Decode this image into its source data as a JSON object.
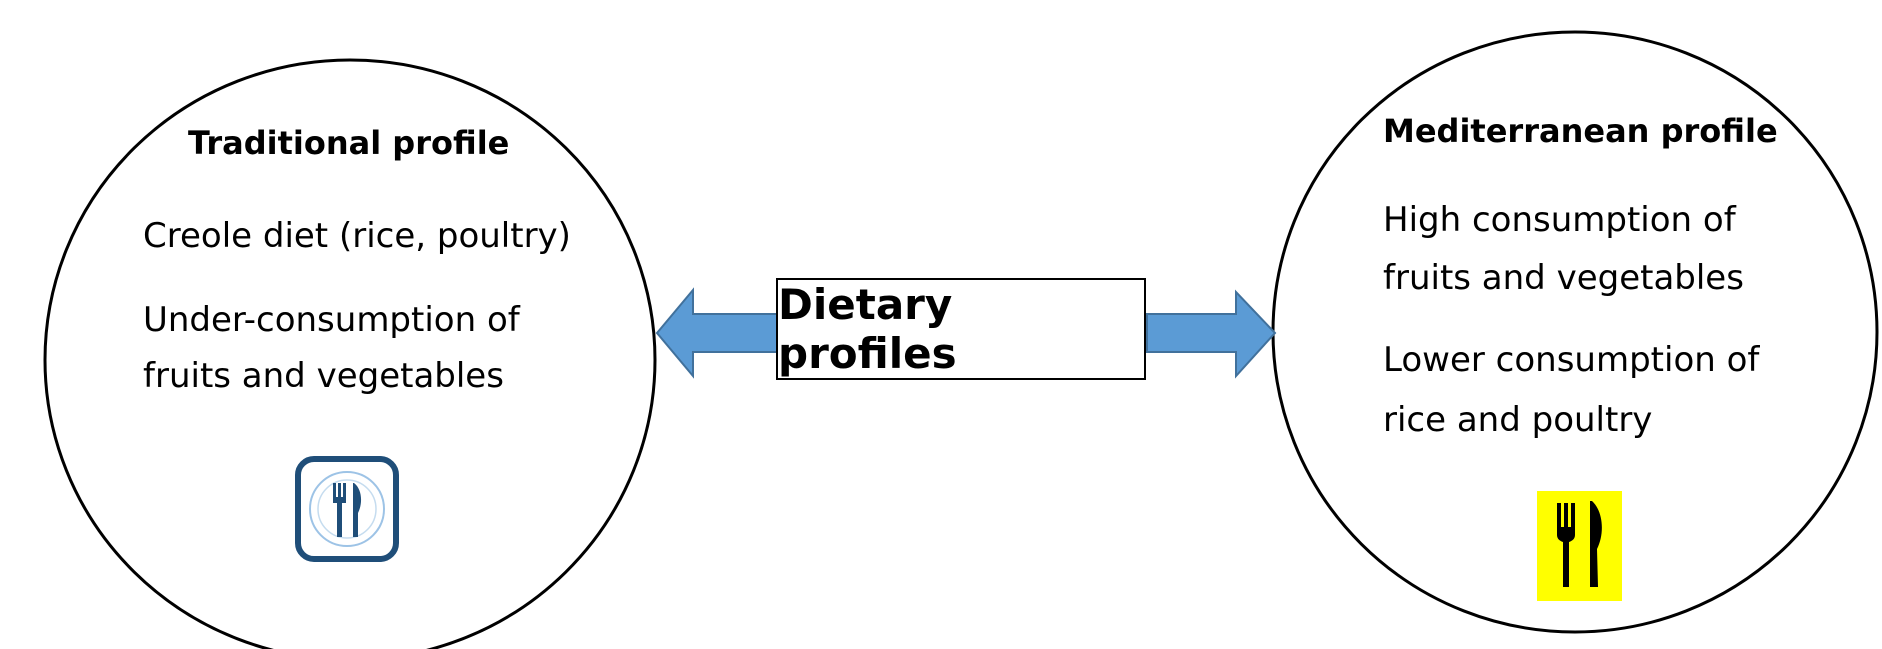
{
  "center": {
    "label": "Dietary profiles"
  },
  "left_profile": {
    "title": "Traditional profile",
    "lines": [
      "Creole diet (rice, poultry)",
      "Under-consumption of",
      "fruits and vegetables"
    ],
    "icon": "fork-knife-plate-icon",
    "icon_color": "#1f4e79"
  },
  "right_profile": {
    "title": "Mediterranean profile",
    "lines": [
      "High consumption of",
      "fruits and vegetables",
      "Lower consumption of",
      "rice and poultry"
    ],
    "icon": "fork-knife-icon",
    "icon_bg": "#ffff00"
  },
  "colors": {
    "arrow_fill": "#5b9bd5",
    "arrow_stroke": "#41719c"
  }
}
